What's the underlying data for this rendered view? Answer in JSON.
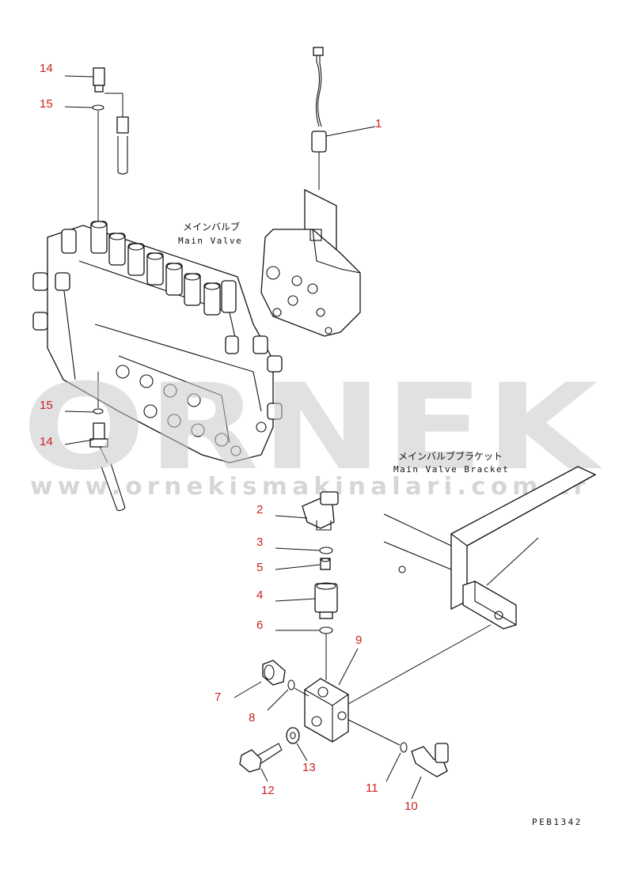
{
  "labels": {
    "main_valve_jp": "メインバルブ",
    "main_valve_en": "Main Valve",
    "bracket_jp": "メインバルブブラケット",
    "bracket_en": "Main Valve Bracket"
  },
  "watermark": {
    "brand": "ORNEK",
    "url": "www.ornekismakinalari.com.tr"
  },
  "drawing_code": "PEB1342",
  "callouts": [
    "14",
    "15",
    "1",
    "15",
    "14",
    "2",
    "3",
    "5",
    "4",
    "6",
    "9",
    "7",
    "8",
    "13",
    "12",
    "11",
    "10"
  ],
  "colors": {
    "callout": "#cc2222",
    "line": "#111111",
    "watermark": "#c9c9cc"
  }
}
